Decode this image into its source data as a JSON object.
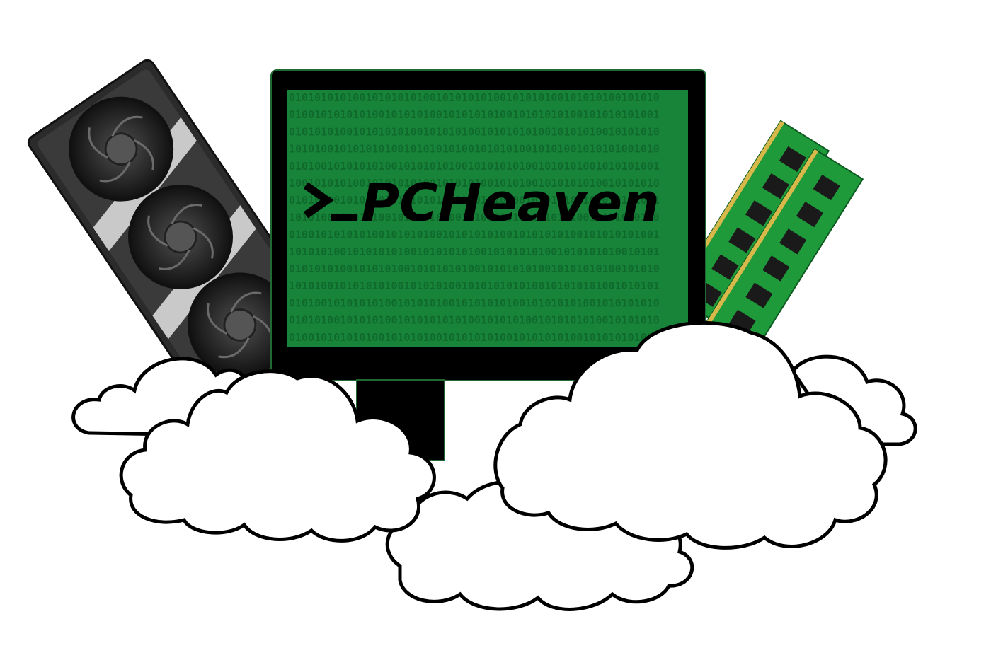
{
  "logo": {
    "text": "PCHeaven",
    "prompt_symbol": "prompt-chevron-underscore-icon"
  },
  "screen_binary_rows": [
    "0101010101001010101010010101010100101010100101010100101010",
    "0100101010101001010101001010101010010101010100101010101001",
    "0101010100101010101001010101001010101010010101010010101010",
    "1010100101010101001010101010010101010010101001010101001010",
    "0101001010101010010101010100101010101001010101001010101001",
    "1001010101001010101010010101010010101001010101010010101010",
    "0101010010101001010101010010101010100101010100101010101001",
    "1010100101010100101010101001010101010010101010010101010100",
    "0100101010101001010101001010101010010101010100101010101001",
    "1010101001010101010010101010100101010101001010101010010101",
    "0101010100101010100101010101001010101010010101010100101010",
    "1010100101010101001010101001010101010100101010101001010101",
    "0101001010101010010101010010101010100101010101001010101010",
    "0101010010101010010101010101001010101001010101010010101010",
    "0100101010101001010101001010101010010101010100101010101001"
  ],
  "colors": {
    "screen_green": "#17843a",
    "binary_dark": "#0f6a2c",
    "bezel": "#000000",
    "ram_pcb": "#1f9a3a",
    "ram_chip": "#1a1a1a",
    "gpu_body": "#2b2b2b",
    "gpu_plate": "#c9c9c9",
    "cloud_fill": "#ffffff",
    "cloud_outline": "#000000"
  },
  "icons": {
    "gpu": "graphics-card-icon",
    "ram": "memory-module-icon",
    "monitor": "monitor-icon",
    "cloud": "cloud-icon"
  }
}
